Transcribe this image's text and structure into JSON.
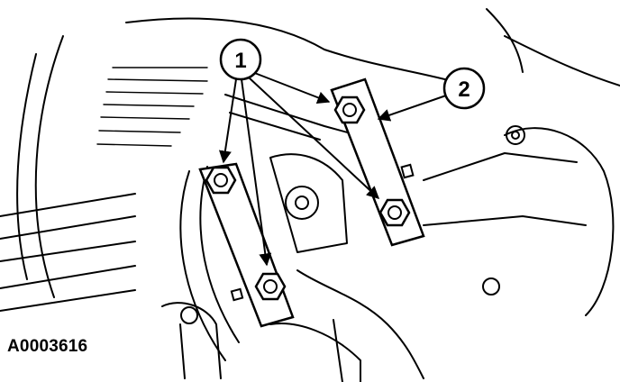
{
  "figure": {
    "id_label": "A0003616",
    "callouts": [
      {
        "number": "1",
        "meaning": "bolts"
      },
      {
        "number": "2",
        "meaning": "bracket"
      }
    ]
  }
}
